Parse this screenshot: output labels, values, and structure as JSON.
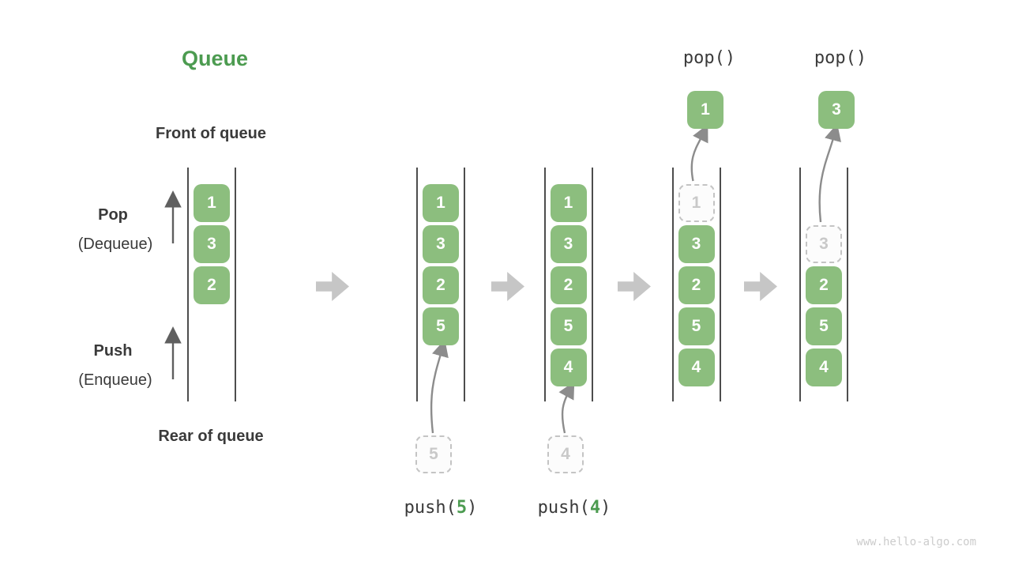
{
  "title": "Queue",
  "watermark": "www.hello-algo.com",
  "side_labels": {
    "front": "Front of queue",
    "rear": "Rear of queue",
    "pop_line1": "Pop",
    "pop_line2": "(Dequeue)",
    "push_line1": "Push",
    "push_line2": "(Enqueue)"
  },
  "colors": {
    "box_green": "#8CBE7E",
    "title_green": "#4C9B50",
    "text_dark": "#3A3A3A",
    "block_arrow_gray": "#C6C6C6",
    "dashed_border_gray": "#C4C4C4",
    "dashed_text_gray": "#C9C9C9",
    "curve_arrow_gray": "#8C8C8C",
    "rail_dark": "#4D4D4D",
    "watermark_gray": "#CCCCCC"
  },
  "queue_states": [
    {
      "name": "state-initial",
      "slots": [
        {
          "value": "1",
          "slot": 0,
          "style": "solid"
        },
        {
          "value": "3",
          "slot": 1,
          "style": "solid"
        },
        {
          "value": "2",
          "slot": 2,
          "style": "solid"
        }
      ]
    },
    {
      "name": "state-after-push-5",
      "slots": [
        {
          "value": "1",
          "slot": 0,
          "style": "solid"
        },
        {
          "value": "3",
          "slot": 1,
          "style": "solid"
        },
        {
          "value": "2",
          "slot": 2,
          "style": "solid"
        },
        {
          "value": "5",
          "slot": 3,
          "style": "solid"
        }
      ],
      "push": {
        "value": "5",
        "label_parts": [
          "push(",
          "5",
          ")"
        ]
      }
    },
    {
      "name": "state-after-push-4",
      "slots": [
        {
          "value": "1",
          "slot": 0,
          "style": "solid"
        },
        {
          "value": "3",
          "slot": 1,
          "style": "solid"
        },
        {
          "value": "2",
          "slot": 2,
          "style": "solid"
        },
        {
          "value": "5",
          "slot": 3,
          "style": "solid"
        },
        {
          "value": "4",
          "slot": 4,
          "style": "solid"
        }
      ],
      "push": {
        "value": "4",
        "label_parts": [
          "push(",
          "4",
          ")"
        ]
      }
    },
    {
      "name": "state-after-pop-1",
      "slots": [
        {
          "value": "1",
          "slot": 0,
          "style": "dashed"
        },
        {
          "value": "3",
          "slot": 1,
          "style": "solid"
        },
        {
          "value": "2",
          "slot": 2,
          "style": "solid"
        },
        {
          "value": "5",
          "slot": 3,
          "style": "solid"
        },
        {
          "value": "4",
          "slot": 4,
          "style": "solid"
        }
      ],
      "pop": {
        "value": "1",
        "label": "pop()"
      }
    },
    {
      "name": "state-after-pop-3",
      "slots": [
        {
          "value": "3",
          "slot": 1,
          "style": "dashed"
        },
        {
          "value": "2",
          "slot": 2,
          "style": "solid"
        },
        {
          "value": "5",
          "slot": 3,
          "style": "solid"
        },
        {
          "value": "4",
          "slot": 4,
          "style": "solid"
        }
      ],
      "pop": {
        "value": "3",
        "label": "pop()"
      }
    }
  ]
}
